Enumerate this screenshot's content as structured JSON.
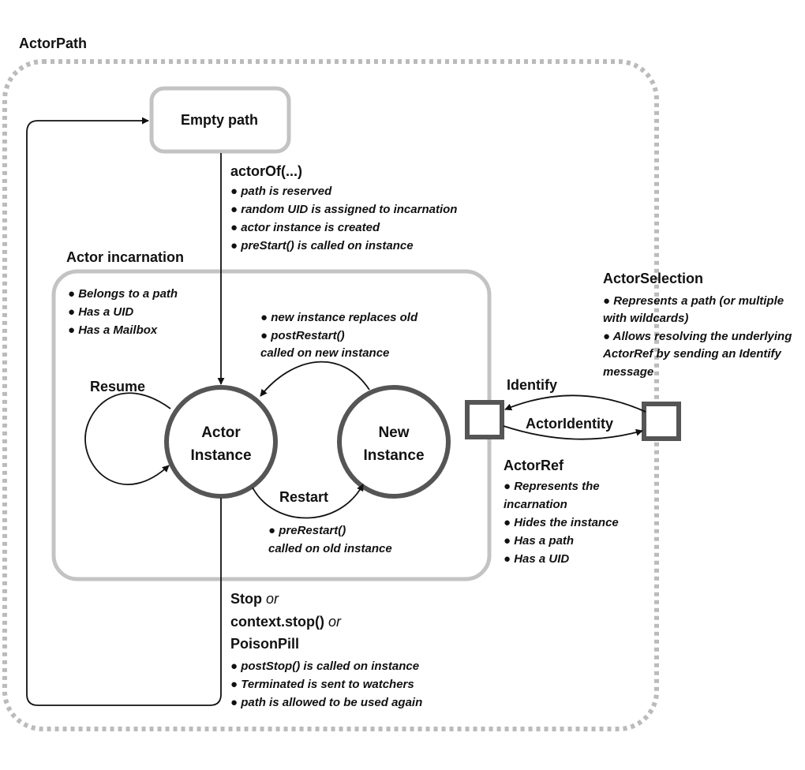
{
  "actor_path": {
    "title": "ActorPath"
  },
  "empty_path": {
    "label": "Empty path"
  },
  "actor_of": {
    "title": "actorOf(...)",
    "bullets": [
      "● path is reserved",
      "● random UID is assigned to incarnation",
      "● actor instance is created",
      "● preStart() is called on instance"
    ]
  },
  "actor_incarnation": {
    "title": "Actor incarnation",
    "bullets": [
      "● Belongs to a path",
      "● Has a UID",
      "● Has a Mailbox"
    ]
  },
  "new_instance_notes": {
    "lines": [
      "● new instance replaces old",
      "● postRestart()",
      "called on new instance"
    ]
  },
  "resume": {
    "label": "Resume"
  },
  "actor_instance": {
    "line1": "Actor",
    "line2": "Instance"
  },
  "new_instance": {
    "line1": "New",
    "line2": "Instance"
  },
  "restart": {
    "label": "Restart"
  },
  "pre_restart_notes": {
    "lines": [
      "● preRestart()",
      "called on old instance"
    ]
  },
  "stop": {
    "line1_bold": "Stop",
    "line1_italic": " or",
    "line2_bold": "context.stop()",
    "line2_italic": " or",
    "line3_bold": "PoisonPill",
    "bullets": [
      "● postStop() is called on instance",
      "● Terminated is sent to watchers",
      "● path is allowed to be used again"
    ]
  },
  "identify": {
    "label": "Identify"
  },
  "actor_identity": {
    "label": "ActorIdentity"
  },
  "actor_selection": {
    "title": "ActorSelection",
    "bullets": [
      "● Represents a path (or multiple",
      "with wildcards)",
      "● Allows resolving the underlying",
      "ActorRef by sending an Identify",
      "message"
    ]
  },
  "actor_ref": {
    "title": "ActorRef",
    "bullets": [
      "● Represents the",
      "incarnation",
      "● Hides the instance",
      "● Has a path",
      "● Has a UID"
    ]
  },
  "colors": {
    "gray_border": "#c3c3c3",
    "dark_border": "#555555",
    "dotted": "#bbbbbb",
    "text": "#111111"
  }
}
